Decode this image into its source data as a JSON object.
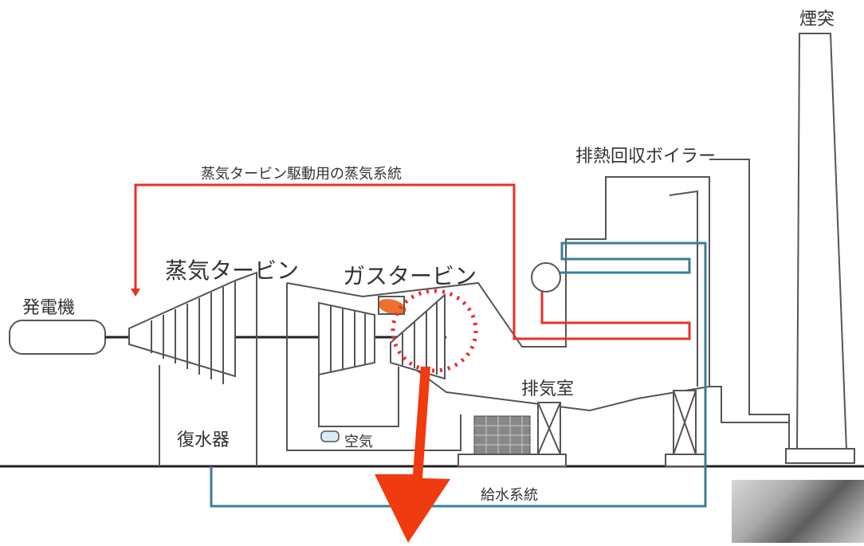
{
  "labels": {
    "chimney": "煙突",
    "hrsg": "排熱回収ボイラー",
    "steam_line": "蒸気タービン駆動用の蒸気系統",
    "steam_turbine": "蒸気タービン",
    "gas_turbine": "ガスタービン",
    "generator": "発電機",
    "exhaust_chamber": "排気室",
    "condenser": "復水器",
    "air": "空気",
    "feedwater_line": "給水系統"
  },
  "colors": {
    "steam_line": "#e8302a",
    "feedwater_line": "#3a7d96",
    "outline": "#555555",
    "arrow": "#f03a10",
    "marker_circle": "#e8302a"
  }
}
